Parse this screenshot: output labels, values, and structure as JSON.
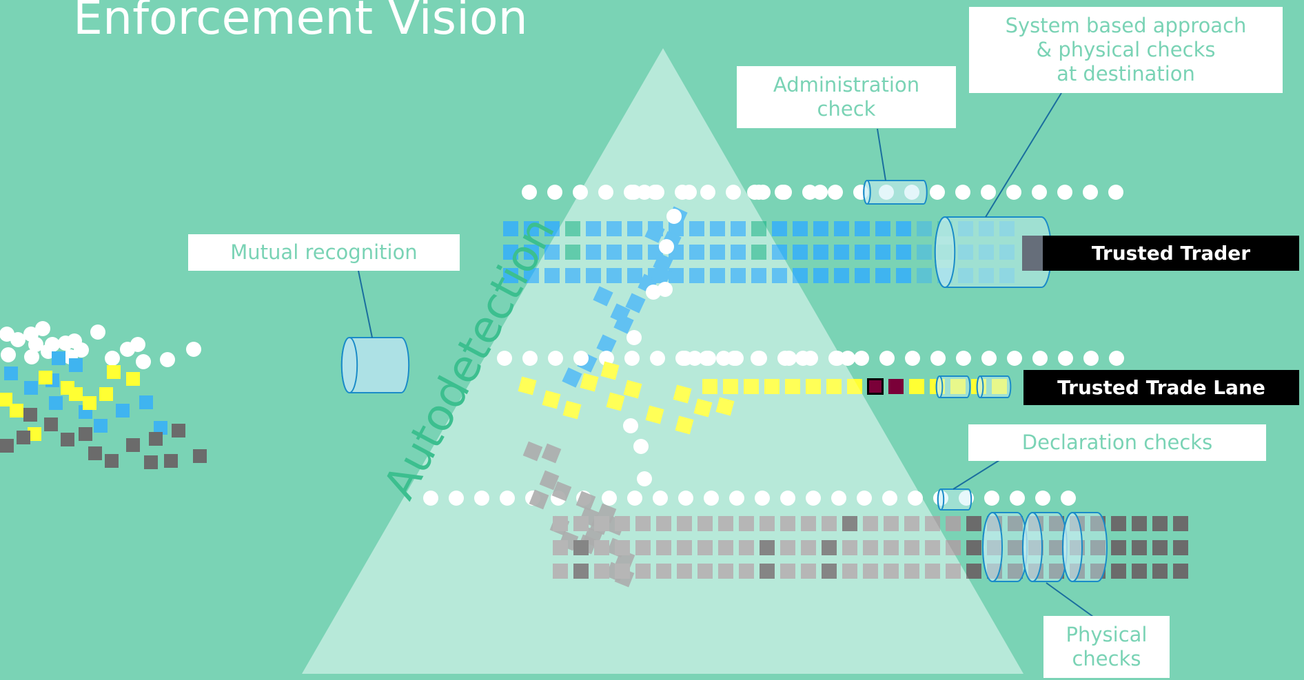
{
  "title": "Enforcement Vision",
  "labels": {
    "administration_check": "Administration\ncheck",
    "system_based": "System based approach\n& physical checks\nat destination",
    "mutual_recognition": "Mutual recognition",
    "trusted_trader": "Trusted Trader",
    "trusted_trade_lane": "Trusted Trade Lane",
    "declaration_checks": "Declaration checks",
    "physical_checks": "Physical\nchecks",
    "autodetection": "Autodetection"
  },
  "colors": {
    "background": "#7ad3b5",
    "triangle": "#b0e6d6",
    "blue": "#3fb4f0",
    "yellow": "#ffff33",
    "grey": "#6b6b6b",
    "dark_red": "#7a0038",
    "cylinder_stroke": "#1a8bc8"
  }
}
